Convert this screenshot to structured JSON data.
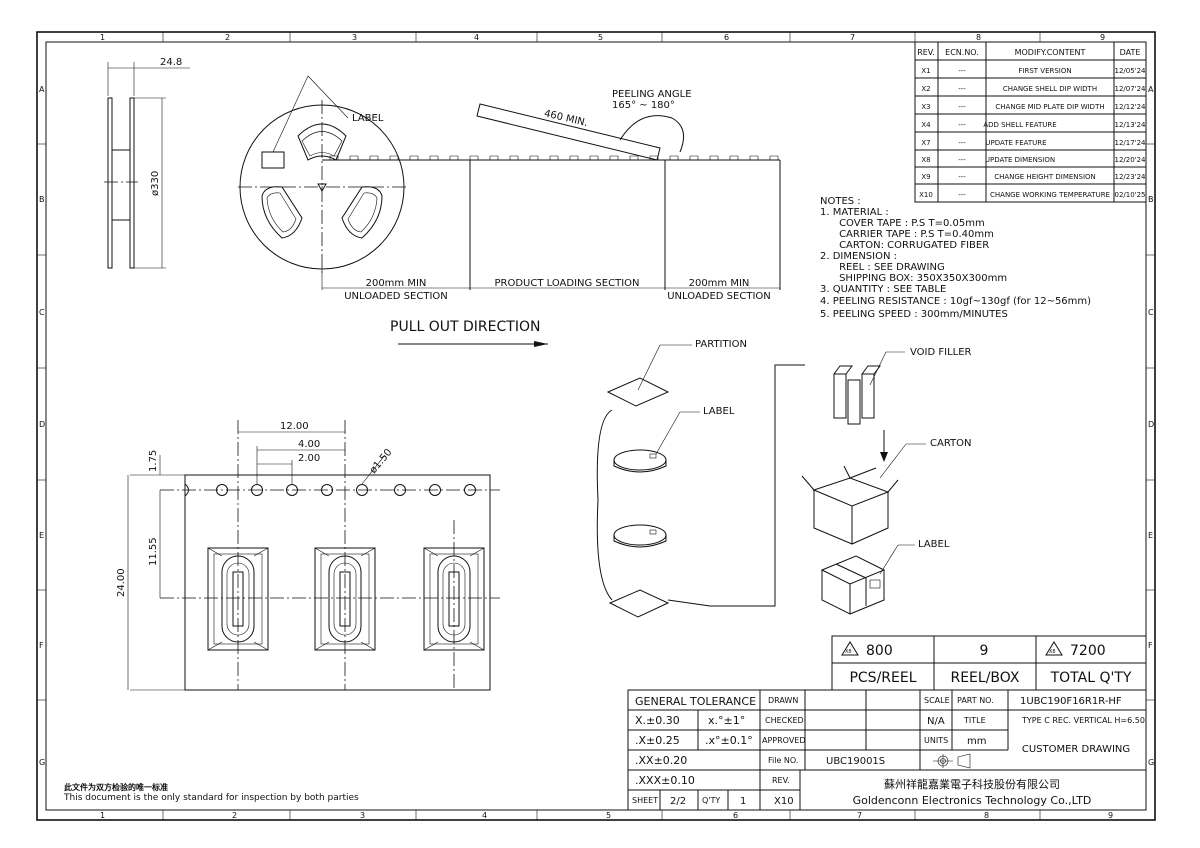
{
  "zones": {
    "top": [
      "1",
      "2",
      "3",
      "4",
      "5",
      "6",
      "7",
      "8",
      "9"
    ],
    "bottom": [
      "1",
      "2",
      "3",
      "4",
      "5",
      "6",
      "7",
      "8",
      "9"
    ],
    "side": [
      "A",
      "B",
      "C",
      "D",
      "E",
      "F",
      "G"
    ]
  },
  "revision_table": {
    "headers": [
      "REV.",
      "ECN.NO.",
      "MODIFY.CONTENT",
      "DATE"
    ],
    "rows": [
      {
        "rev": "X1",
        "ecn": "---",
        "content": "FIRST VERSION",
        "date": "12/05'24"
      },
      {
        "rev": "X2",
        "ecn": "---",
        "content": "CHANGE SHELL DIP WIDTH",
        "date": "12/07'24"
      },
      {
        "rev": "X3",
        "ecn": "---",
        "content": "CHANGE MID PLATE DIP WIDTH",
        "date": "12/12'24"
      },
      {
        "rev": "X4",
        "ecn": "---",
        "content": "ADD SHELL FEATURE",
        "date": "12/13'24"
      },
      {
        "rev": "X7",
        "ecn": "---",
        "content": "UPDATE FEATURE",
        "date": "12/17'24"
      },
      {
        "rev": "X8",
        "ecn": "---",
        "content": "UPDATE DIMENSION",
        "date": "12/20'24"
      },
      {
        "rev": "X9",
        "ecn": "---",
        "content": "CHANGE HEIGHT DIMENSION",
        "date": "12/23'24"
      },
      {
        "rev": "X10",
        "ecn": "---",
        "content": "CHANGE WORKING TEMPERATURE",
        "date": "02/10'25"
      }
    ]
  },
  "reel": {
    "width_dim": "24.8",
    "diameter_dim": "ø330",
    "label": "LABEL"
  },
  "tape": {
    "peeling_angle_title": "PEELING ANGLE",
    "peeling_angle_value": "165° ~ 180°",
    "min_length": "460 MIN.",
    "sections": [
      {
        "dim": "200mm MIN",
        "name": "UNLOADED SECTION"
      },
      {
        "dim": "",
        "name": "PRODUCT LOADING SECTION"
      },
      {
        "dim": "200mm MIN",
        "name": "UNLOADED SECTION"
      }
    ],
    "pull_out": "PULL OUT DIRECTION"
  },
  "notes": {
    "title": "NOTES :",
    "lines": [
      "1. MATERIAL :",
      "      COVER TAPE : P.S T=0.05mm",
      "      CARRIER TAPE : P.S T=0.40mm",
      "      CARTON: CORRUGATED FIBER",
      "2. DIMENSION :",
      "      REEL : SEE DRAWING",
      "      SHIPPING BOX: 350X350X300mm",
      "3. QUANTITY : SEE TABLE",
      "4. PEELING RESISTANCE : 10gf~130gf (for 12~56mm)",
      "5. PEELING SPEED : 300mm/MINUTES"
    ]
  },
  "carrier": {
    "pitch": "12.00",
    "hole_pitch": "4.00",
    "offset": "2.00",
    "hole_dia": "ø1.50",
    "edge": "1.75",
    "center": "11.55",
    "width": "24.00"
  },
  "packing": {
    "partition": "PARTITION",
    "label1": "LABEL",
    "void_filler": "VOID FILLER",
    "carton": "CARTON",
    "label2": "LABEL"
  },
  "quantity": {
    "v1": "800",
    "v2": "9",
    "v3": "7200",
    "badge": "X8",
    "h1": "PCS/REEL",
    "h2": "REEL/BOX",
    "h3": "TOTAL Q'TY"
  },
  "title_block": {
    "general_tolerance": "GENERAL TOLERANCE",
    "tol": [
      {
        "lin": "X.±0.30",
        "ang": "x.°±1°"
      },
      {
        "lin": ".X±0.25",
        "ang": ".x°±0.1°"
      },
      {
        "lin": ".XX±0.20",
        "ang": ""
      },
      {
        "lin": ".XXX±0.10",
        "ang": ""
      }
    ],
    "drawn": "DRAWN",
    "checked": "CHECKED",
    "approved": "APPROVED",
    "file_no_label": "File NO.",
    "file_no": "UBC19001S",
    "rev_label": "REV.",
    "rev": "X10",
    "sheet_label": "SHEET",
    "sheet": "2/2",
    "qty_label": "Q'TY",
    "qty": "1",
    "scale_label": "SCALE",
    "scale": "N/A",
    "units_label": "UNITS",
    "units": "mm",
    "part_no_label": "PART NO.",
    "part_no": "1UBC190F16R1R-HF",
    "title_label": "TITLE",
    "title": "TYPE C REC. VERTICAL H=6.50",
    "drawing_type": "CUSTOMER DRAWING",
    "company_cn": "蘇州祥龍嘉業電子科技股份有限公司",
    "company_en": "Goldenconn Electronics Technology Co.,LTD"
  },
  "footer": {
    "cn": "此文件为双方检验的唯一标准",
    "en": "This document is the only standard for inspection by both parties"
  }
}
